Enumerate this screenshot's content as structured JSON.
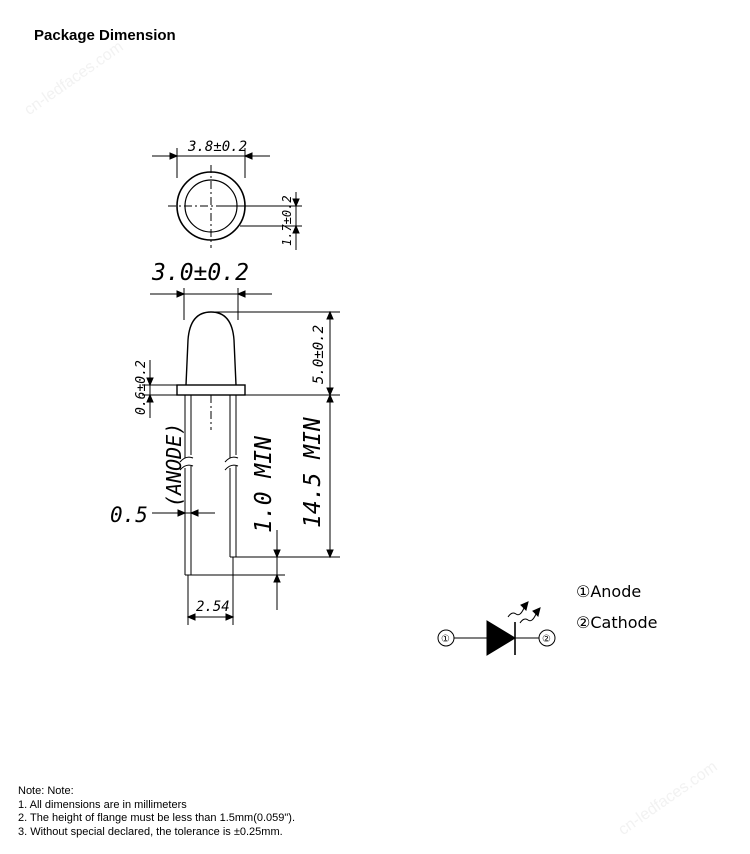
{
  "header": {
    "title": "Package Dimension"
  },
  "dimensions": {
    "top_diameter": "3.8±0.2",
    "top_side": "1.7±0.2",
    "body_diameter": "3.0±0.2",
    "lens_height": "5.0±0.2",
    "flange_height": "0.6±0.2",
    "anode_label": "(ANODE)",
    "lead_width": "0.5",
    "lead_cut": "1.0 MIN",
    "lead_length": "14.5 MIN",
    "lead_spacing": "2.54"
  },
  "legend": {
    "anode": "①Anode",
    "cathode": "②Cathode",
    "pin1": "①",
    "pin2": "②"
  },
  "notes": {
    "heading": "Note: Note:",
    "items": [
      "1. All dimensions are in millimeters",
      "2. The height of flange must be less than 1.5mm(0.059\").",
      "3. Without special declared, the tolerance is ±0.25mm."
    ]
  },
  "watermark": {
    "text": "cn-ledfaces.com"
  }
}
